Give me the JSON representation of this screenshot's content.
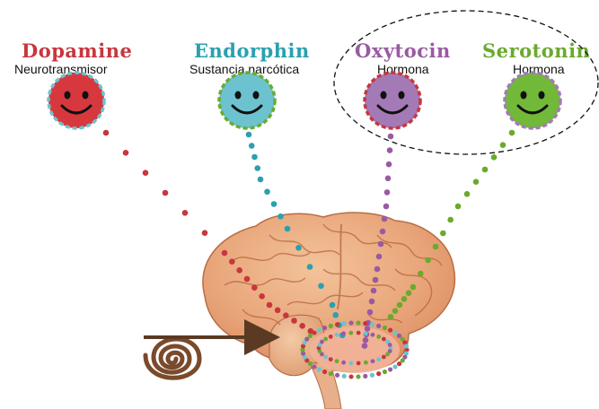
{
  "colors": {
    "dopamine": "#c8363e",
    "endorphin": "#2aa0b0",
    "oxytocin": "#9a5aa2",
    "serotonin": "#6aaa2e",
    "dopamine_face": "#d6383e",
    "endorphin_face": "#6cc3cf",
    "oxytocin_face": "#a37ab5",
    "serotonin_face": "#72b93a",
    "brain": "#e9a57a",
    "spiral": "#7a4a2a"
  },
  "chemicals": [
    {
      "key": "dopamine",
      "name": "Dopamine",
      "type": "Neurotransmisor",
      "icon": "smiley-face-icon"
    },
    {
      "key": "endorphin",
      "name": "Endorphin",
      "type": "Sustancia narcótica",
      "icon": "smiley-face-icon"
    },
    {
      "key": "oxytocin",
      "name": "Oxytocin",
      "type": "Hormona",
      "icon": "smiley-face-icon"
    },
    {
      "key": "serotonin",
      "name": "Serotonin",
      "type": "Hormona",
      "icon": "smiley-face-icon"
    }
  ],
  "illustration": {
    "brain": "brain-icon",
    "spiral": "spiral-icon",
    "arrow": "arrow-icon"
  }
}
